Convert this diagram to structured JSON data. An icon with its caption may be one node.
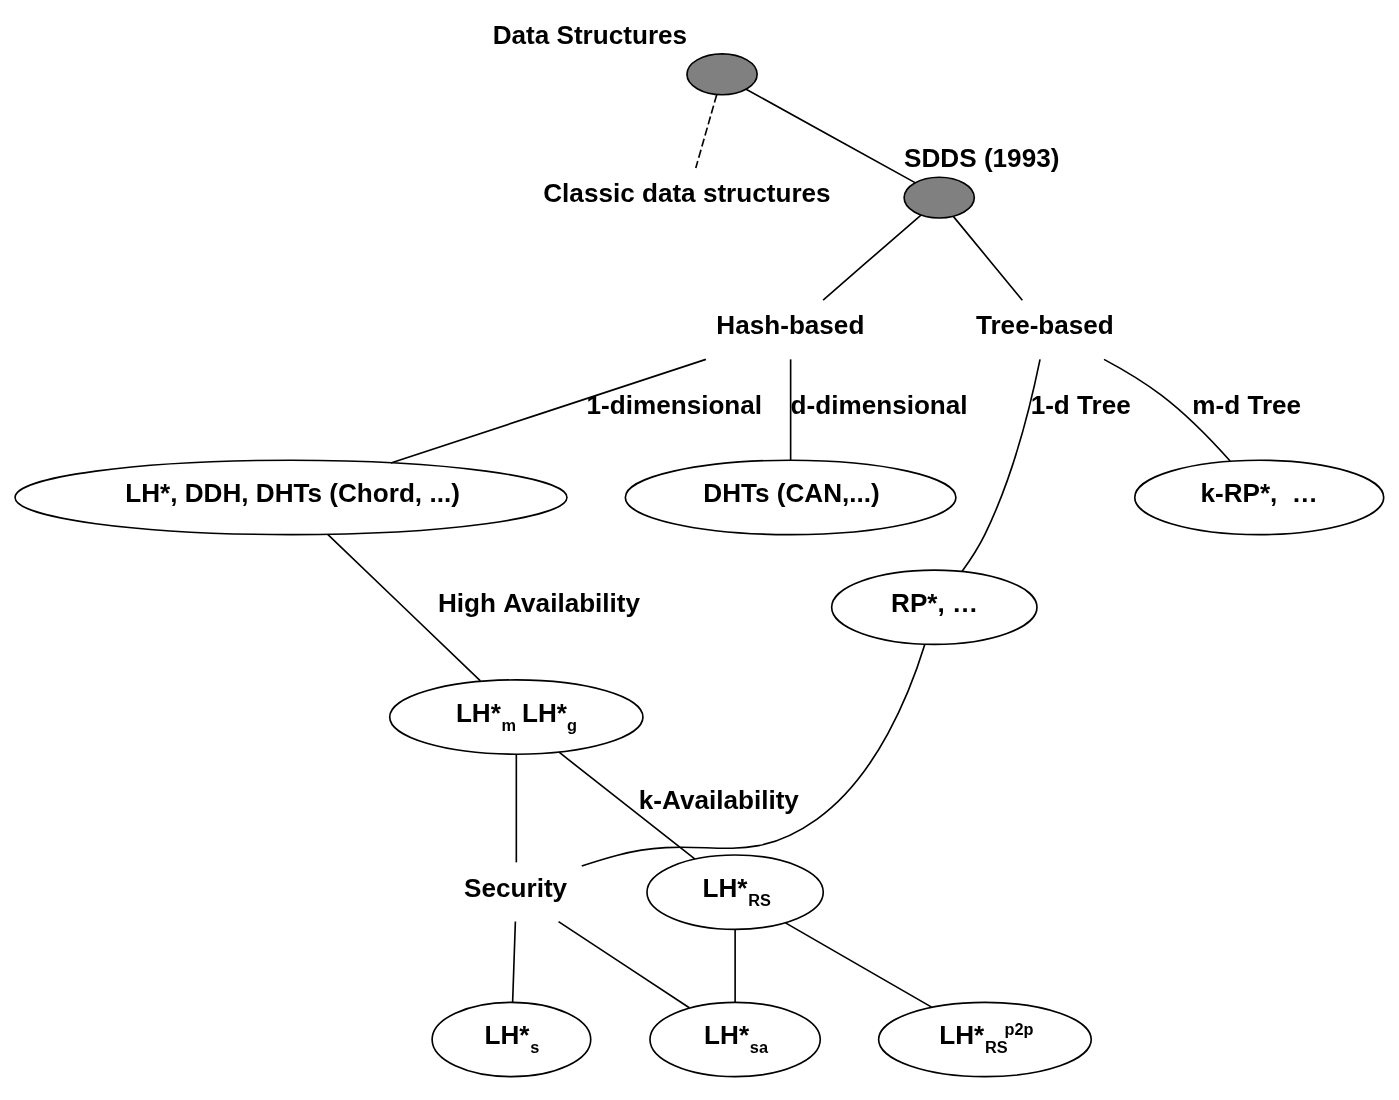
{
  "diagram": {
    "nodes": [
      {
        "text": [
          "Data Structures"
        ]
      },
      {
        "text": [
          "Classic data structures"
        ]
      },
      {
        "text": [
          "SDDS (1993)"
        ]
      },
      {
        "text": [
          "Hash-based"
        ]
      },
      {
        "text": [
          "Tree-based"
        ]
      },
      {
        "text": [
          "LH*, DDH, DHTs (Chord, ...)"
        ]
      },
      {
        "text": [
          "DHTs (CAN,...)"
        ]
      },
      {
        "text": [
          "RP*, …"
        ]
      },
      {
        "text": [
          "k-RP*,  …"
        ]
      },
      {
        "text": [
          "LH*$_{m}$ LH*$_{g}$"
        ]
      },
      {
        "text": [
          "Security"
        ]
      },
      {
        "text": [
          "LH*$_{RS}$"
        ]
      },
      {
        "text": [
          "LH*$_{sa}$"
        ]
      },
      {
        "text": [
          "LH*$_{s}$"
        ]
      },
      {
        "text": [
          "LH*$_{RS}$$^{p2p}$"
        ]
      }
    ],
    "edges": [
      {
        "from": 0,
        "to": 1,
        "arrow": "none",
        "style": "dashed"
      },
      {
        "from": 0,
        "to": 2,
        "arrow": "none"
      },
      {
        "from": 2,
        "to": 3,
        "arrow": "none"
      },
      {
        "from": 2,
        "to": 4,
        "arrow": "none"
      },
      {
        "from": 3,
        "to": 5,
        "arrow": "none",
        "label": "1-dimensional"
      },
      {
        "from": 3,
        "to": 6,
        "arrow": "none",
        "label": "d-dimensional"
      },
      {
        "from": 4,
        "to": 7,
        "arrow": "none",
        "label": "1-d Tree"
      },
      {
        "from": 4,
        "to": 8,
        "arrow": "none",
        "label": "m-d Tree"
      },
      {
        "from": 5,
        "to": 9,
        "arrow": "none",
        "label": "High Availability"
      },
      {
        "from": 9,
        "to": 10,
        "arrow": "none"
      },
      {
        "from": 7,
        "to": 10,
        "arrow": "none"
      },
      {
        "from": 9,
        "to": 11,
        "arrow": "none",
        "label": "k-Availability"
      },
      {
        "from": 10,
        "to": 12,
        "arrow": "none"
      },
      {
        "from": 10,
        "to": 13,
        "arrow": "none"
      },
      {
        "from": 11,
        "to": 12,
        "arrow": "none"
      },
      {
        "from": 11,
        "to": 14,
        "arrow": "none"
      }
    ]
  }
}
